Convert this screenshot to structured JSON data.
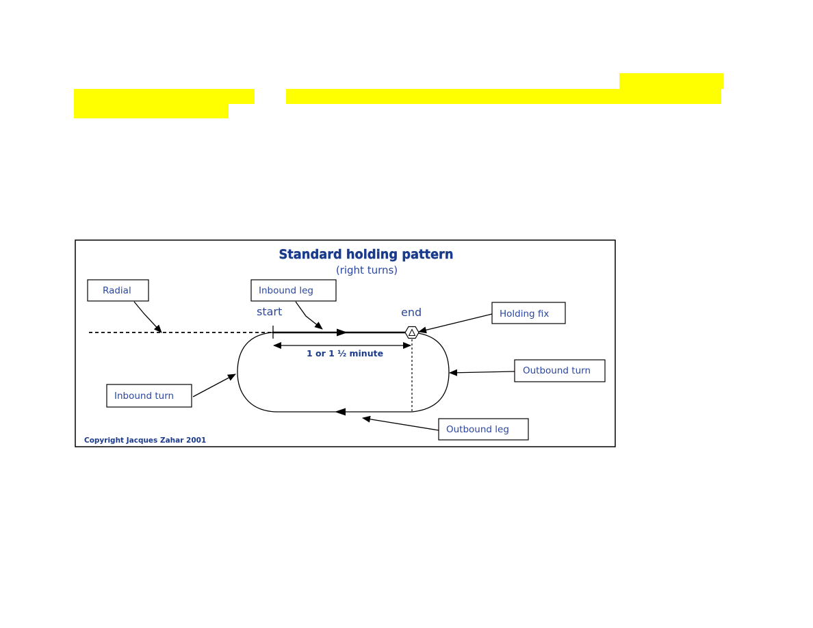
{
  "diagram": {
    "title": "Standard holding pattern",
    "subtitle": "(right turns)",
    "labels": {
      "radial": "Radial",
      "inbound_leg": "Inbound leg",
      "holding_fix": "Holding fix",
      "outbound_turn": "Outbound turn",
      "inbound_turn": "Inbound turn",
      "outbound_leg": "Outbound leg",
      "start": "start",
      "end": "end",
      "duration": "1 or 1 ½ minute"
    },
    "copyright": "Copyright Jacques Zahar 2001"
  },
  "colors": {
    "highlight": "#ffff00",
    "text_blue": "#2a46a0",
    "title_blue": "#1a3a8c"
  },
  "icons": {
    "holding_fix": "holding-fix-icon"
  }
}
